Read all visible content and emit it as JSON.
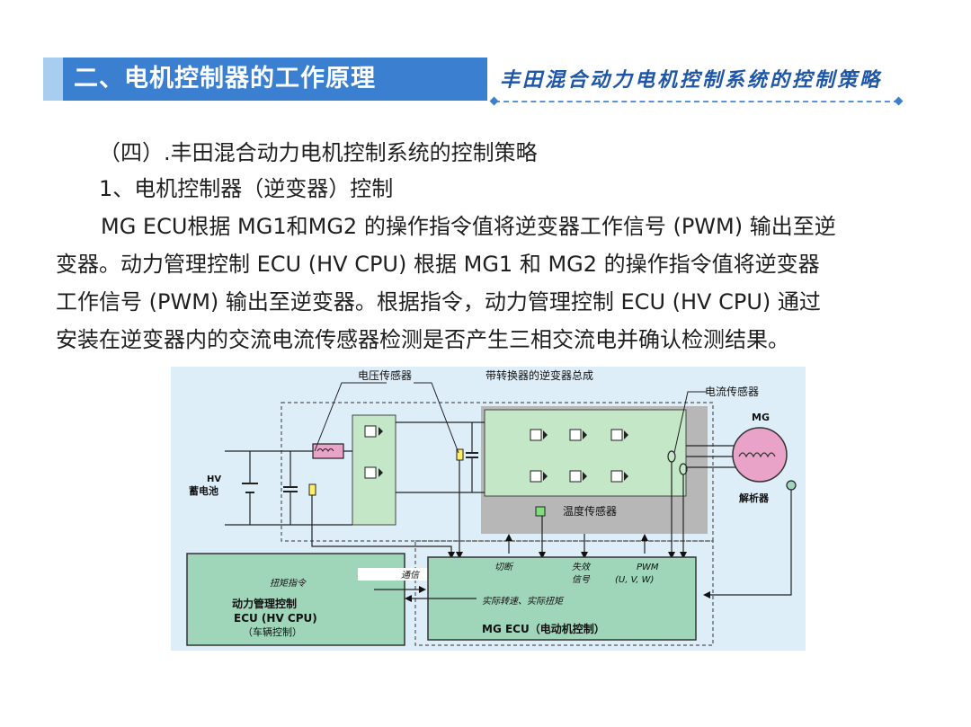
{
  "header": {
    "title": "二、电机控制器的工作原理",
    "subtitle": "丰田混合动力电机控制系统的控制策略"
  },
  "body": {
    "section_heading": "（四）.丰田混合动力电机控制系统的控制策略",
    "subsection_heading": "1、电机控制器（逆变器）控制",
    "paragraph_lines": [
      "MG ECU根据 MG1和MG2 的操作指令值将逆变器工作信号 (PWM) 输出至逆",
      "变器。动力管理控制 ECU (HV CPU) 根据 MG1 和 MG2 的操作指令值将逆变器",
      "工作信号 (PWM) 输出至逆变器。根据指令，动力管理控制 ECU (HV CPU) 通过",
      "安装在逆变器内的交流电流传感器检测是否产生三相交流电并确认检测结果。"
    ]
  },
  "diagram": {
    "voltage_sensor": "电压传感器",
    "inverter_assembly": "带转换器的逆变器总成",
    "current_sensor": "电流传感器",
    "mg": "MG",
    "resolver": "解析器",
    "hv_battery_line1": "HV",
    "hv_battery_line2": "蓄电池",
    "temp_sensor": "温度传感器",
    "cutoff": "切断",
    "fail_signal_line1": "失效",
    "fail_signal_line2": "信号",
    "pwm_line1": "PWM",
    "pwm_line2": "(U, V, W)",
    "communication": "通信",
    "torque_command": "扭矩指令",
    "actual_speed_torque": "实际转速、实际扭矩",
    "hv_ecu_line1": "动力管理控制",
    "hv_ecu_line2": "ECU (HV CPU)",
    "hv_ecu_line3": "（车辆控制）",
    "mg_ecu": "MG ECU（电动机控制）"
  },
  "colors": {
    "header_blue": "#3a7fd0",
    "header_accent": "#a9cdef",
    "subtitle_blue": "#1e56a8",
    "diagram_bg": "#deeef9",
    "ecu_green": "#9fd5b9",
    "inverter_green": "#c4e7c8",
    "motor_pink": "#e9a3c9"
  }
}
